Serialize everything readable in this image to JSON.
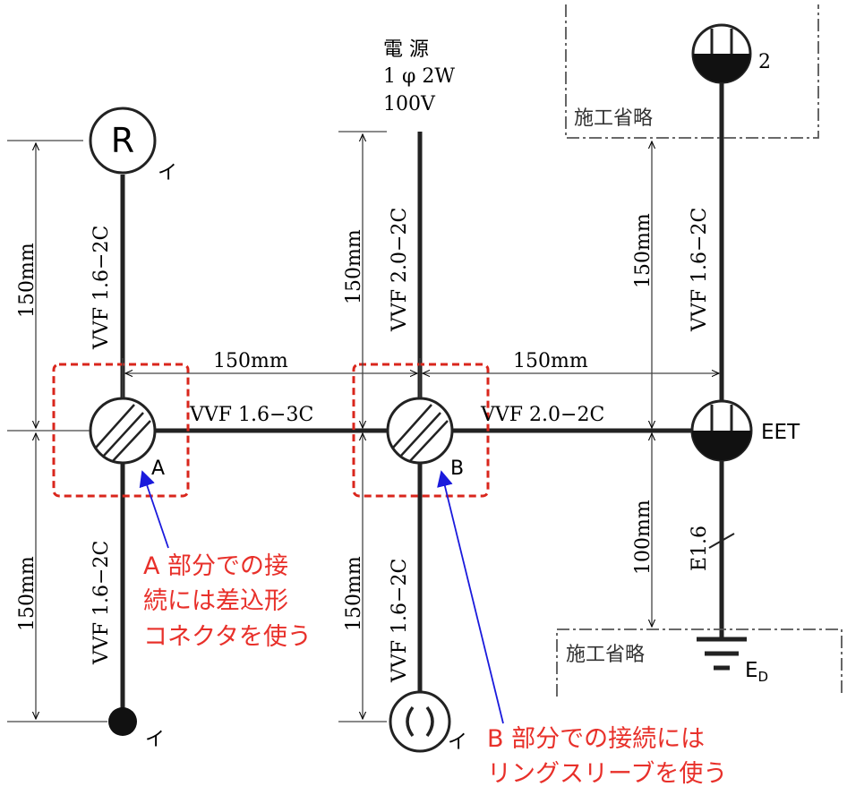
{
  "power": {
    "line1": "電 源",
    "line2": "1 φ 2W",
    "line3": "100V"
  },
  "omitted": {
    "top": "施工省略",
    "bottom": "施工省略"
  },
  "fixtures": {
    "receptacle_symbol": "R",
    "receptacle_mark": "イ",
    "pendant_mark": "イ",
    "ceiling_mark": "イ",
    "outlet2_count": "2",
    "eet_label": "EET",
    "ground_label": "E",
    "ground_sub": "D"
  },
  "cables": {
    "left_upper": "VVF 1.6−2C",
    "left_lower": "VVF 1.6−2C",
    "horiz_left": "VVF 1.6−3C",
    "horiz_right": "VVF 2.0−2C",
    "mid_upper": "VVF 2.0−2C",
    "mid_lower": "VVF 1.6−2C",
    "right_upper": "VVF 1.6−2C",
    "right_lower": "E1.6"
  },
  "dims": {
    "left_upper": "150mm",
    "left_lower": "150mm",
    "mid_upper": "150mm",
    "mid_lower": "150mm",
    "horiz_left": "150mm",
    "horiz_right": "150mm",
    "right_upper": "150mm",
    "right_lower": "100mm"
  },
  "boxes": {
    "a": "A",
    "b": "B"
  },
  "notes": {
    "a_line1": "A 部分での接",
    "a_line2": "続には差込形",
    "a_line3": "コネクタを使う",
    "b_line1": "B 部分での接続には",
    "b_line2": "リングスリーブを使う"
  },
  "colors": {
    "note": "#e8302a",
    "leader": "#1a1adc",
    "frame": "#d9261c"
  }
}
